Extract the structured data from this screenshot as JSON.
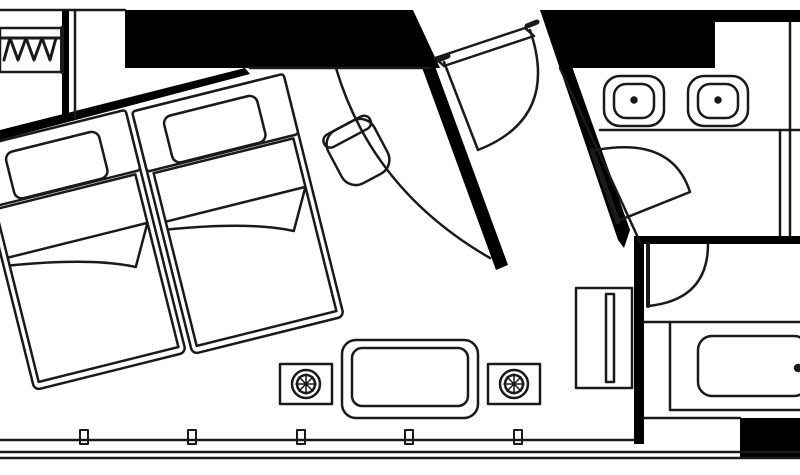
{
  "plan": {
    "wall_color": "#000000",
    "line_color": "#1a1a1a",
    "fill_color": "#ffffff",
    "fixtures": {
      "beds": 2,
      "sinks": 2,
      "lamps": 2,
      "doors": 4
    }
  }
}
